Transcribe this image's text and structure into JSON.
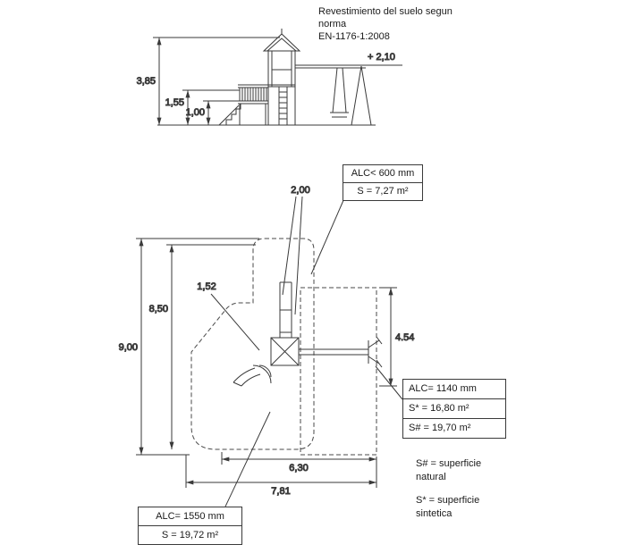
{
  "note": {
    "line1": "Revestimiento del suelo segun",
    "line2": "norma",
    "line3": "EN-1176-1:2008"
  },
  "elevation": {
    "total_height": "3,85",
    "rail_height": "1,55",
    "platform_height": "1,00",
    "swing_height": "+ 2,10"
  },
  "plan": {
    "ladder_width": "2,00",
    "slide_width": "1,52",
    "zone_depth_inner": "8,50",
    "zone_depth_outer": "9,00",
    "swing_zone_depth": "4.54",
    "zone_width_inner": "6,30",
    "zone_width_outer": "7,81"
  },
  "info_boxes": {
    "ladder_zone": {
      "alc": "ALC< 600 mm",
      "area": "S = 7,27 m²"
    },
    "swing_zone": {
      "alc": "ALC= 1140 mm",
      "area_synthetic": "S* = 16,80 m²",
      "area_natural": "S# = 19,70 m²"
    },
    "slide_zone": {
      "alc": "ALC= 1550 mm",
      "area": "S = 19,72 m²"
    }
  },
  "legend": {
    "natural": {
      "line1": "S# = superficie",
      "line2": "natural"
    },
    "synthetic": {
      "line1": "S* = superficie",
      "line2": "sintetica"
    }
  },
  "colors": {
    "line": "#3a3a3a",
    "dashed": "#4a4a4a",
    "background": "#ffffff"
  }
}
